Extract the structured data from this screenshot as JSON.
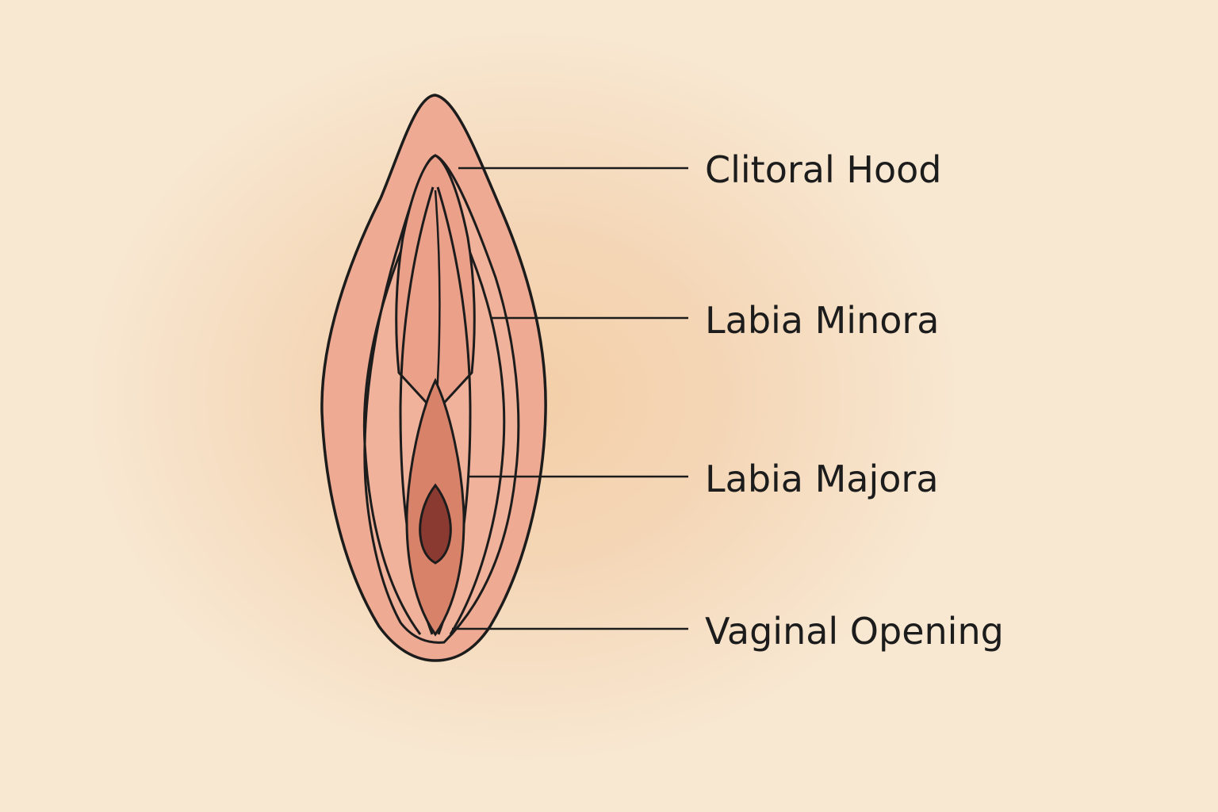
{
  "labels": [
    "Clitoral Hood",
    "Labia Minora",
    "Labia Majora",
    "Vaginal Opening"
  ]
}
